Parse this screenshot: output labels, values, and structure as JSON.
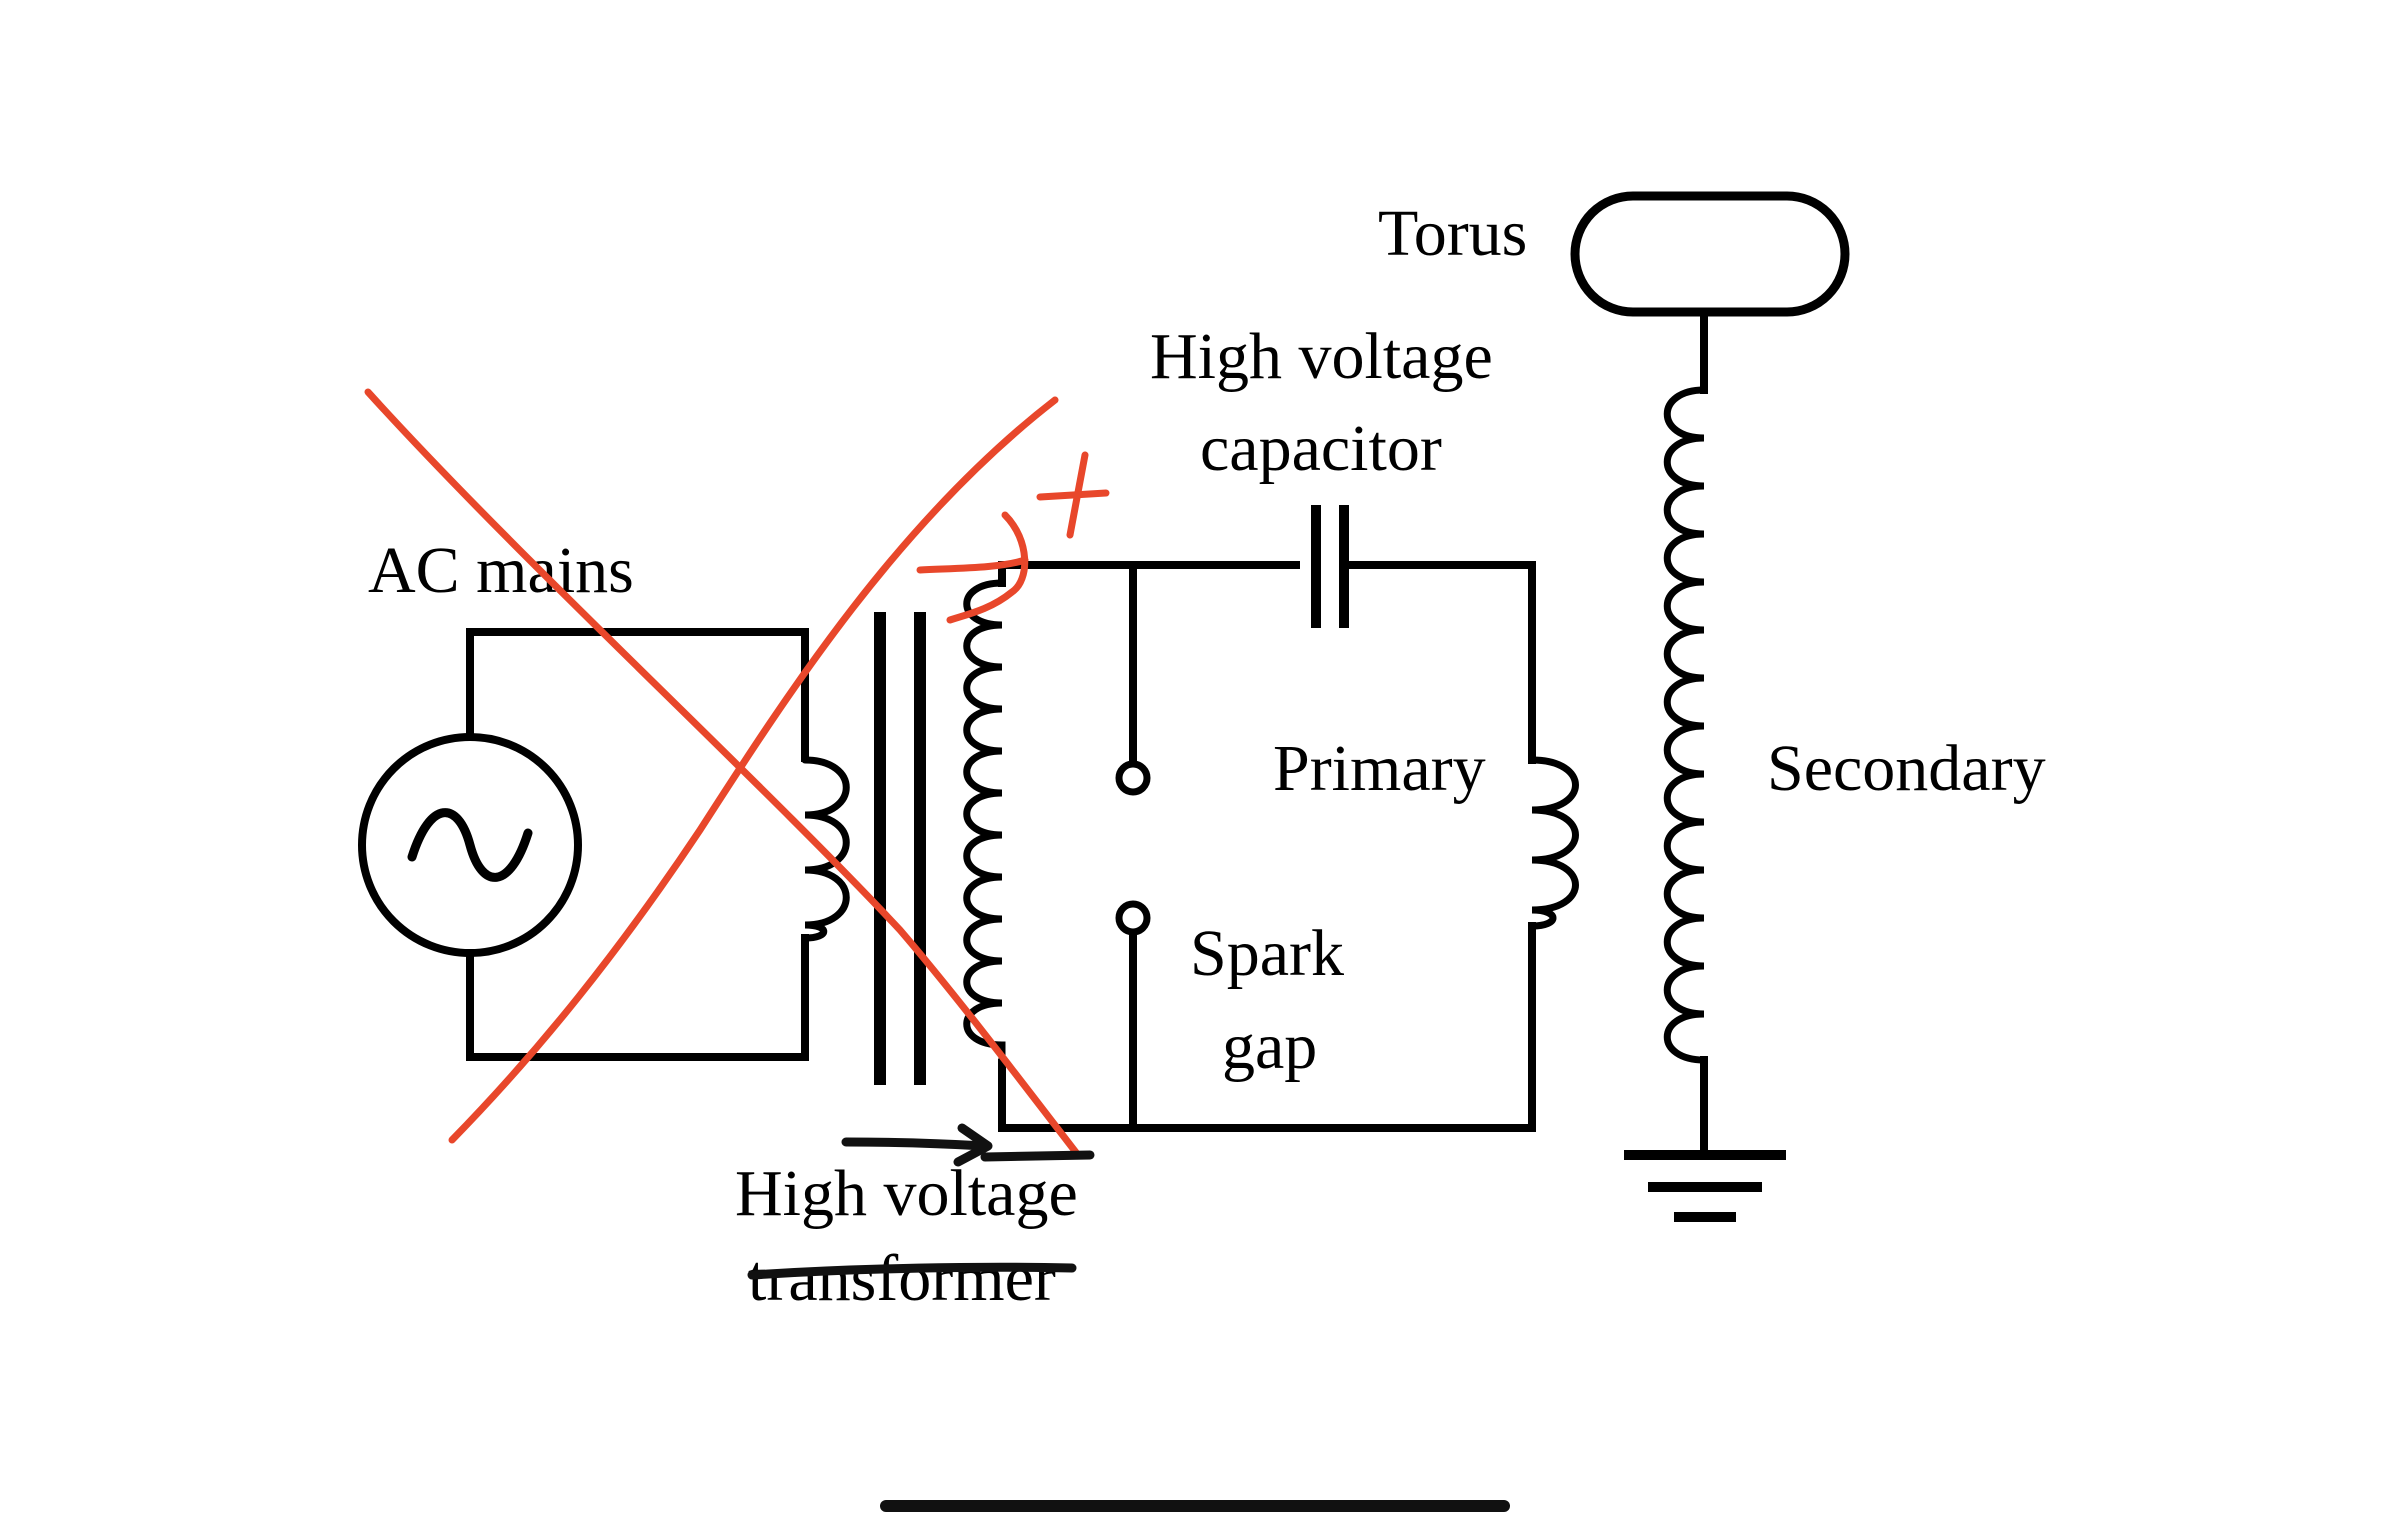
{
  "labels": {
    "torus": "Torus",
    "hv_capacitor_line1": "High voltage",
    "hv_capacitor_line2": "capacitor",
    "ac_mains": "AC mains",
    "primary": "Primary",
    "secondary": "Secondary",
    "spark_gap_line1": "Spark",
    "spark_gap_line2": "gap",
    "hv_transformer_line1": "High voltage",
    "hv_transformer_line2": "transformer"
  },
  "annotations": {
    "handwritten_plus": "+",
    "ink_color": "#e8472b"
  }
}
